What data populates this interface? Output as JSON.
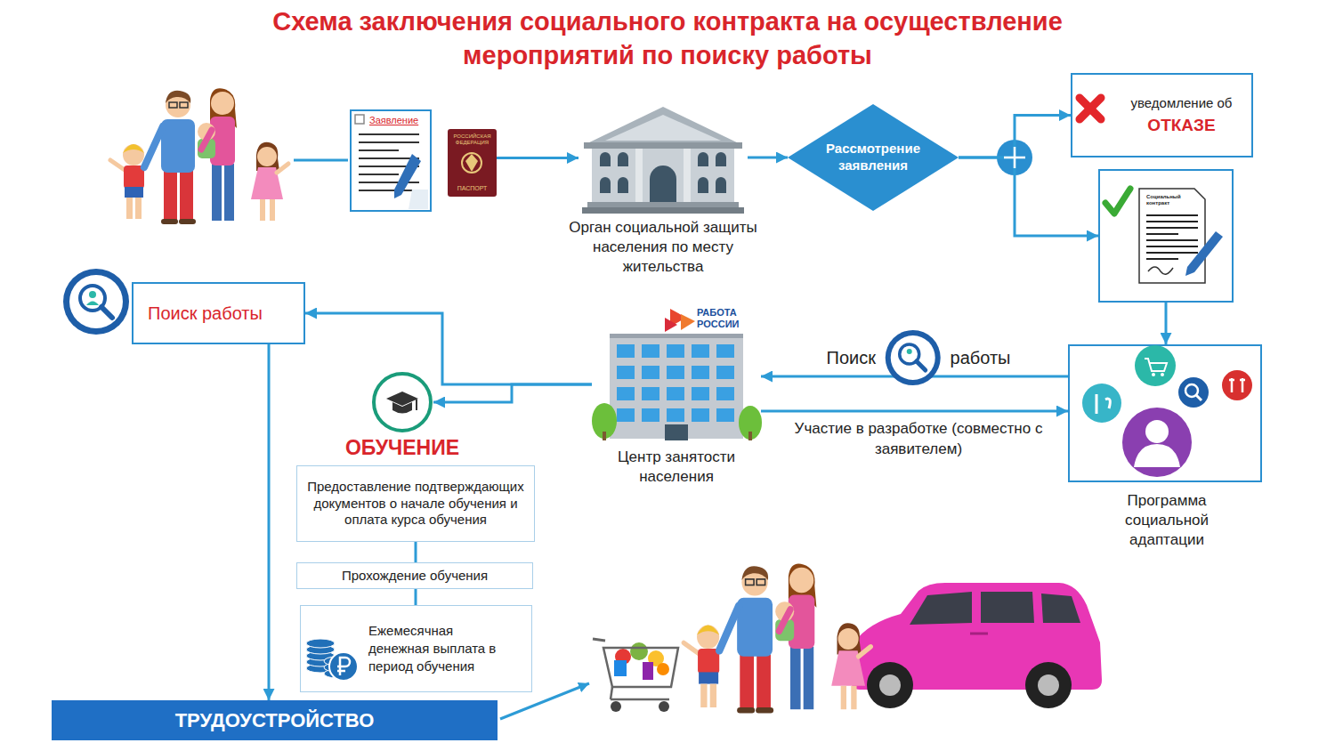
{
  "diagram": {
    "title": "Схема заключения социального контракта на осуществление мероприятий по поиску работы",
    "nodes": [
      {
        "text": [
          "Заявление"
        ]
      },
      {
        "text": [
          "РОССИЙСКАЯ ФЕДЕРАЦИЯ",
          "ПАСПОРТ"
        ]
      },
      {
        "text": [
          "Орган социальной защиты населения по месту жительства"
        ]
      },
      {
        "text": [
          "Рассмотрение заявления"
        ]
      },
      {
        "text": [
          "уведомление об",
          "ОТКАЗЕ"
        ]
      },
      {
        "text": [
          "Социальный контракт"
        ]
      },
      {
        "text": [
          "Программа социальной адаптации"
        ]
      },
      {
        "text": [
          "РАБОТА РОССИИ",
          "Центр занятости населения"
        ]
      },
      {
        "text": [
          "Поиск работы"
        ]
      },
      {
        "text": [
          "ОБУЧЕНИЕ"
        ]
      },
      {
        "text": [
          "Предоставление подтверждающих документов о начале обучения и оплата курса обучения"
        ]
      },
      {
        "text": [
          "Прохождение обучения"
        ]
      },
      {
        "text": [
          "Ежемесячная денежная выплата в период обучения"
        ]
      },
      {
        "text": [
          "ТРУДОУСТРОЙСТВО"
        ]
      }
    ],
    "edges": [
      {
        "from": 1,
        "to": 2,
        "arrow": "to"
      },
      {
        "from": 2,
        "to": 3,
        "arrow": "to"
      },
      {
        "from": 3,
        "to": 4,
        "arrow": "to"
      },
      {
        "from": 3,
        "to": 5,
        "arrow": "to"
      },
      {
        "from": 5,
        "to": 6,
        "arrow": "to"
      },
      {
        "from": 6,
        "to": 7,
        "label": "Поиск работы",
        "arrow": "to"
      },
      {
        "from": 7,
        "to": 6,
        "label": "Участие в разработке (совместно с заявителем)",
        "arrow": "to"
      },
      {
        "from": 7,
        "to": 8,
        "arrow": "to"
      },
      {
        "from": 7,
        "to": 9,
        "arrow": "to"
      },
      {
        "from": 8,
        "to": 13,
        "arrow": "to"
      },
      {
        "from": 10,
        "to": 11,
        "arrow": "none"
      },
      {
        "from": 11,
        "to": 12,
        "arrow": "none"
      }
    ]
  }
}
